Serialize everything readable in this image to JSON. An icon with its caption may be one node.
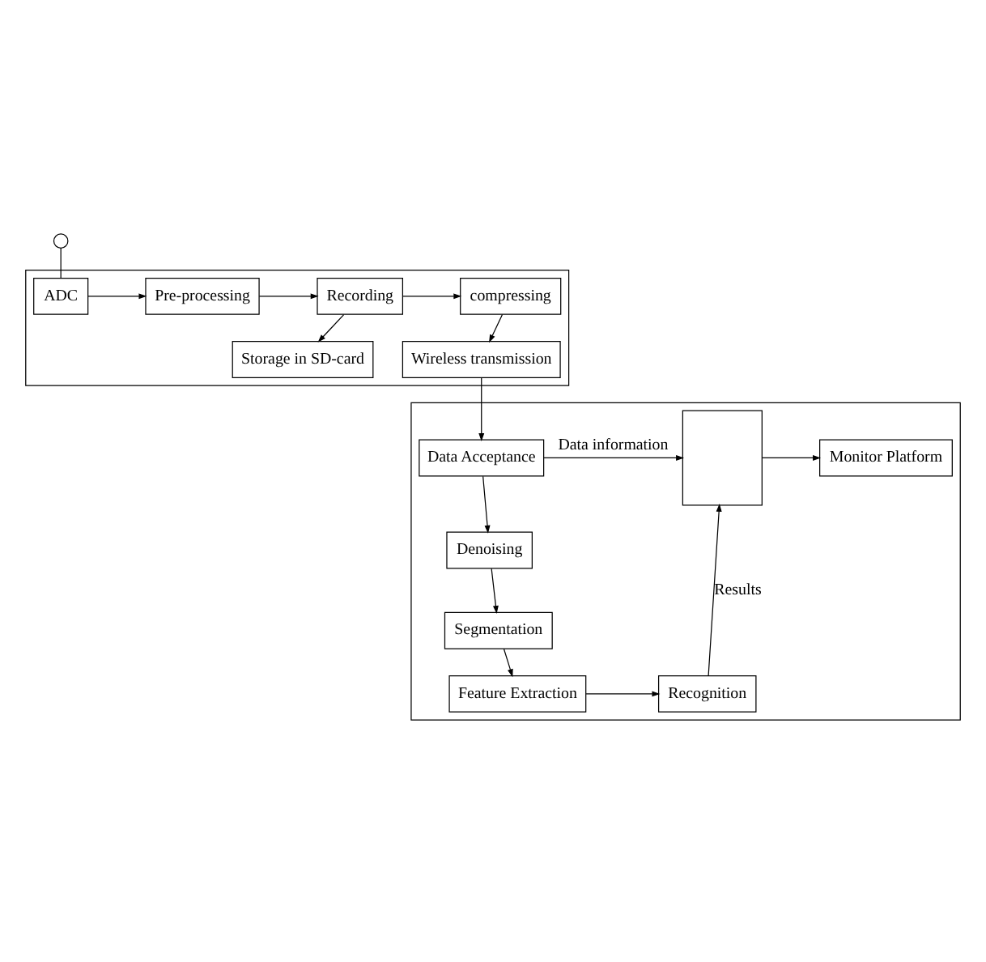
{
  "diagram": {
    "nodes": [
      {
        "text": [],
        "shape": "box"
      },
      {
        "text": [],
        "shape": "circle"
      },
      {
        "text": [
          "ADC"
        ],
        "in": 0
      },
      {
        "text": [
          "Pre-processing"
        ],
        "in": 0
      },
      {
        "text": [
          "Recording"
        ],
        "in": 0
      },
      {
        "text": [
          "compressing"
        ],
        "in": 0
      },
      {
        "text": [
          "Storage in SD-card"
        ],
        "in": 0
      },
      {
        "text": [
          "Wireless transmission"
        ],
        "in": 0
      },
      {
        "text": [],
        "shape": "box"
      },
      {
        "text": [
          "Data Acceptance"
        ],
        "in": 8
      },
      {
        "text": [
          "Monitor Platform"
        ],
        "in": 8
      },
      {
        "text": [],
        "shape": "box",
        "in": 8
      },
      {
        "text": [
          "Denoising"
        ],
        "in": 8
      },
      {
        "text": [
          "Segmentation"
        ],
        "in": 8
      },
      {
        "text": [
          "Recognition"
        ],
        "in": 8
      },
      {
        "text": [
          "Feature Extraction"
        ],
        "in": 8
      }
    ],
    "edges": [
      {
        "from": 1,
        "to": 2,
        "arrow": "none"
      },
      {
        "from": 2,
        "to": 3,
        "arrow": "to"
      },
      {
        "from": 3,
        "to": 4,
        "arrow": "to"
      },
      {
        "from": 4,
        "to": 5,
        "arrow": "to"
      },
      {
        "from": 4,
        "to": 6,
        "arrow": "to"
      },
      {
        "from": 5,
        "to": 7,
        "arrow": "to"
      },
      {
        "from": 7,
        "to": 9,
        "arrow": "to"
      },
      {
        "from": 9,
        "to": 11,
        "arrow": "to",
        "label": "Data information"
      },
      {
        "from": 9,
        "to": 12,
        "arrow": "to"
      },
      {
        "from": 12,
        "to": 13,
        "arrow": "to"
      },
      {
        "from": 13,
        "to": 15,
        "arrow": "to"
      },
      {
        "from": 15,
        "to": 14,
        "arrow": "to"
      },
      {
        "from": 14,
        "to": 11,
        "arrow": "to",
        "label": "Results"
      },
      {
        "from": 11,
        "to": 10,
        "arrow": "to"
      }
    ]
  }
}
